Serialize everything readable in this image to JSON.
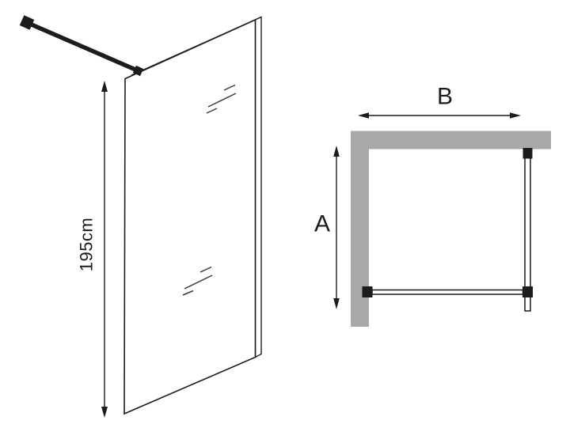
{
  "colors": {
    "line": "#1c1c1c",
    "reflection": "#3a3a3a",
    "wall": "#a8a8a8",
    "glass_fill": "#ffffff",
    "background": "#ffffff"
  },
  "perspective_view": {
    "height_dimension_label": "195cm"
  },
  "plan_view": {
    "width_dimension_label": "B",
    "depth_dimension_label": "A"
  }
}
